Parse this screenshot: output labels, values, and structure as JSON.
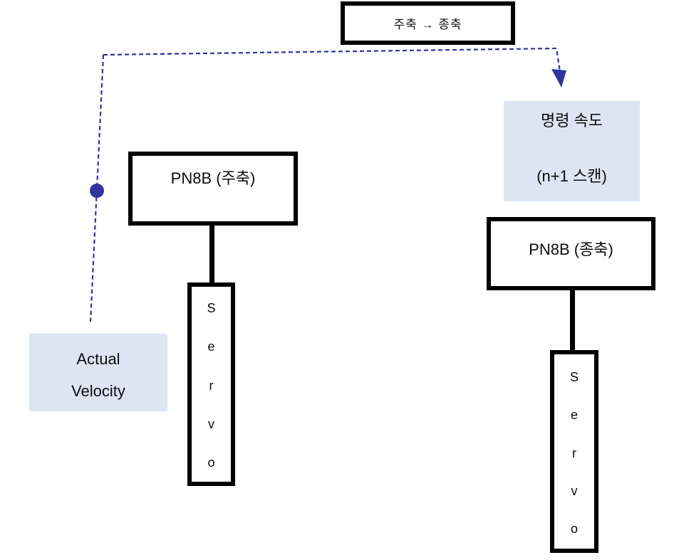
{
  "colors": {
    "accent_indigo": "#3333a0",
    "light_blue_fill": "#dce5f1",
    "border_black": "#000000",
    "background": "#ffffff"
  },
  "top_box": {
    "label": "주축 → 종축"
  },
  "left": {
    "actual_velocity": {
      "line1": "Actual",
      "line2": "Velocity"
    },
    "pn8b": {
      "label": "PN8B (주축)"
    },
    "servo": {
      "letters": [
        "S",
        "e",
        "r",
        "v",
        "o"
      ]
    }
  },
  "right": {
    "command_velocity": {
      "line1": "명령 속도",
      "line2": "(n+1 스캔)"
    },
    "pn8b": {
      "label": "PN8B (종축)"
    },
    "servo": {
      "letters": [
        "S",
        "e",
        "r",
        "v",
        "o"
      ]
    }
  }
}
